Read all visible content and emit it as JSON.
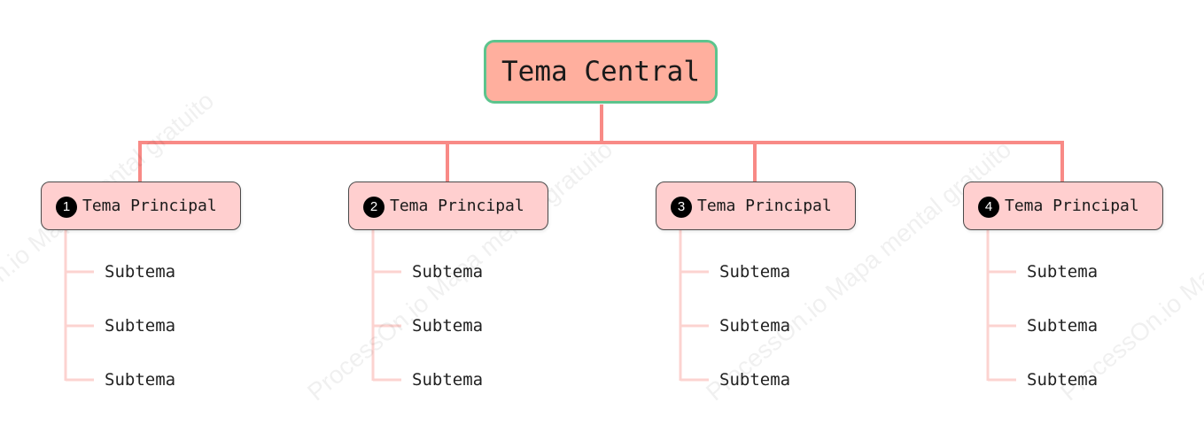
{
  "central_topic": "Tema Central",
  "watermark_text": "ProcessOn.io Mapa mental gratuito",
  "colors": {
    "central_fill": "#ffaf9e",
    "central_border": "#5cc48d",
    "main_fill": "#ffcfcf",
    "main_border": "#4a4a4a",
    "connector": "#f88a86",
    "sub_connector": "#fcd3d0"
  },
  "branches": [
    {
      "number": "1",
      "label": "Tema Principal",
      "subtopics": [
        "Subtema",
        "Subtema",
        "Subtema"
      ]
    },
    {
      "number": "2",
      "label": "Tema Principal",
      "subtopics": [
        "Subtema",
        "Subtema",
        "Subtema"
      ]
    },
    {
      "number": "3",
      "label": "Tema Principal",
      "subtopics": [
        "Subtema",
        "Subtema",
        "Subtema"
      ]
    },
    {
      "number": "4",
      "label": "Tema Principal",
      "subtopics": [
        "Subtema",
        "Subtema",
        "Subtema"
      ]
    }
  ]
}
